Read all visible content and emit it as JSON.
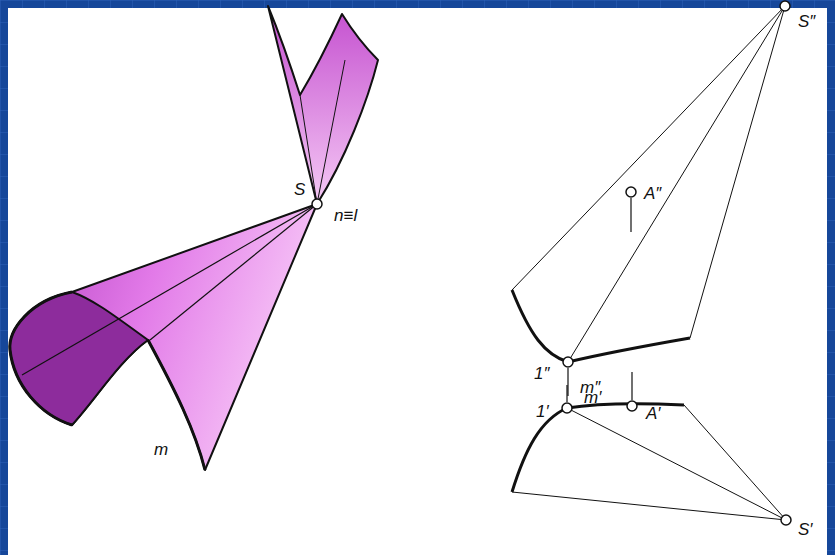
{
  "diagram": {
    "labels": [
      "S",
      "n≡l",
      "m",
      "S″",
      "A″",
      "1″",
      "m″",
      "1′",
      "m′",
      "A′",
      "S′"
    ]
  }
}
